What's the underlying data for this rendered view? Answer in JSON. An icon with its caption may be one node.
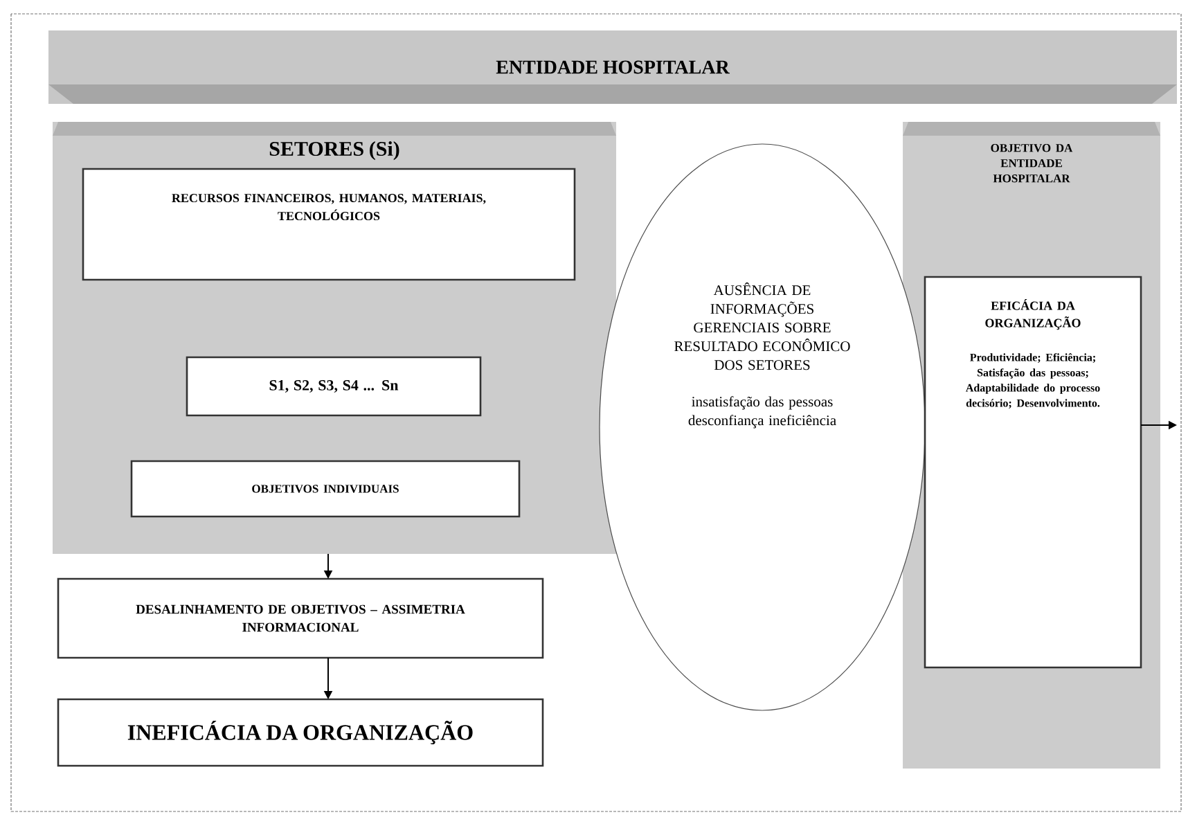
{
  "diagram": {
    "nodes": [
      {
        "text": [
          "ENTIDADE HOSPITALAR"
        ]
      },
      {
        "text": [
          "SETORES (Si)"
        ]
      },
      {
        "text": [
          "RECURSOS FINANCEIROS, HUMANOS, MATERIAIS, TECNOLÓGICOS"
        ],
        "in": 1
      },
      {
        "text": [
          "S1, S2, S3, S4 ... Sn"
        ],
        "in": 1
      },
      {
        "text": [
          "OBJETIVOS INDIVIDUAIS"
        ],
        "in": 1
      },
      {
        "text": [
          "DESALINHAMENTO DE OBJETIVOS – ASSIMETRIA INFORMACIONAL"
        ]
      },
      {
        "text": [
          "INEFICÁCIA DA ORGANIZAÇÃO"
        ]
      },
      {
        "text": [
          "AUSÊNCIA DE INFORMAÇÕES GERENCIAIS SOBRE RESULTADO ECONÔMICO DOS SETORES",
          "insatisfação das pessoas desconfiança ineficiência"
        ]
      },
      {
        "text": [
          "OBJETIVO DA ENTIDADE HOSPITALAR"
        ]
      },
      {
        "text": [
          "EFICÁCIA DA ORGANIZAÇÃO",
          "Produtividade; Eficiência; Satisfação das pessoas; Adaptabilidade do processo decisório; Desenvolvimento."
        ],
        "in": 8
      }
    ],
    "edges": [
      {
        "from": 1,
        "to": 5,
        "arrow": "to"
      },
      {
        "from": 5,
        "to": 6,
        "arrow": "to"
      },
      {
        "from": 9,
        "to": null,
        "arrow": "to"
      }
    ]
  }
}
